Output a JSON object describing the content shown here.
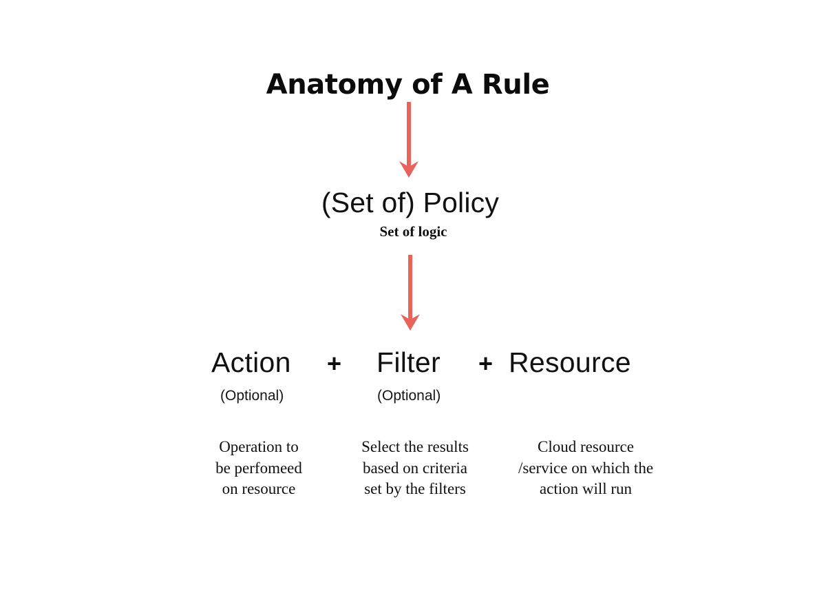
{
  "page": {
    "title": "Anatomy of A Rule",
    "background_color": "#ffffff",
    "accent_color": "#e8645a",
    "text_color": "#111111"
  },
  "flow": {
    "arrow_1": {
      "name": "arrow-title-to-policy",
      "color": "#e8645a",
      "direction": "down"
    },
    "arrow_2": {
      "name": "arrow-policy-to-terms",
      "color": "#e8645a",
      "direction": "down"
    }
  },
  "policy": {
    "label": "(Set of) Policy",
    "sublabel": "Set of logic"
  },
  "terms": {
    "operator_1": "+",
    "operator_2": "+",
    "items": [
      {
        "label": "Action",
        "optional": "(Optional)",
        "description": "Operation to\nbe perfomeed\non resource"
      },
      {
        "label": "Filter",
        "optional": "(Optional)",
        "description": "Select the results\nbased on criteria\nset by the filters"
      },
      {
        "label": "Resource",
        "optional": "",
        "description": "Cloud resource\n/service on which the\naction will run"
      }
    ]
  }
}
